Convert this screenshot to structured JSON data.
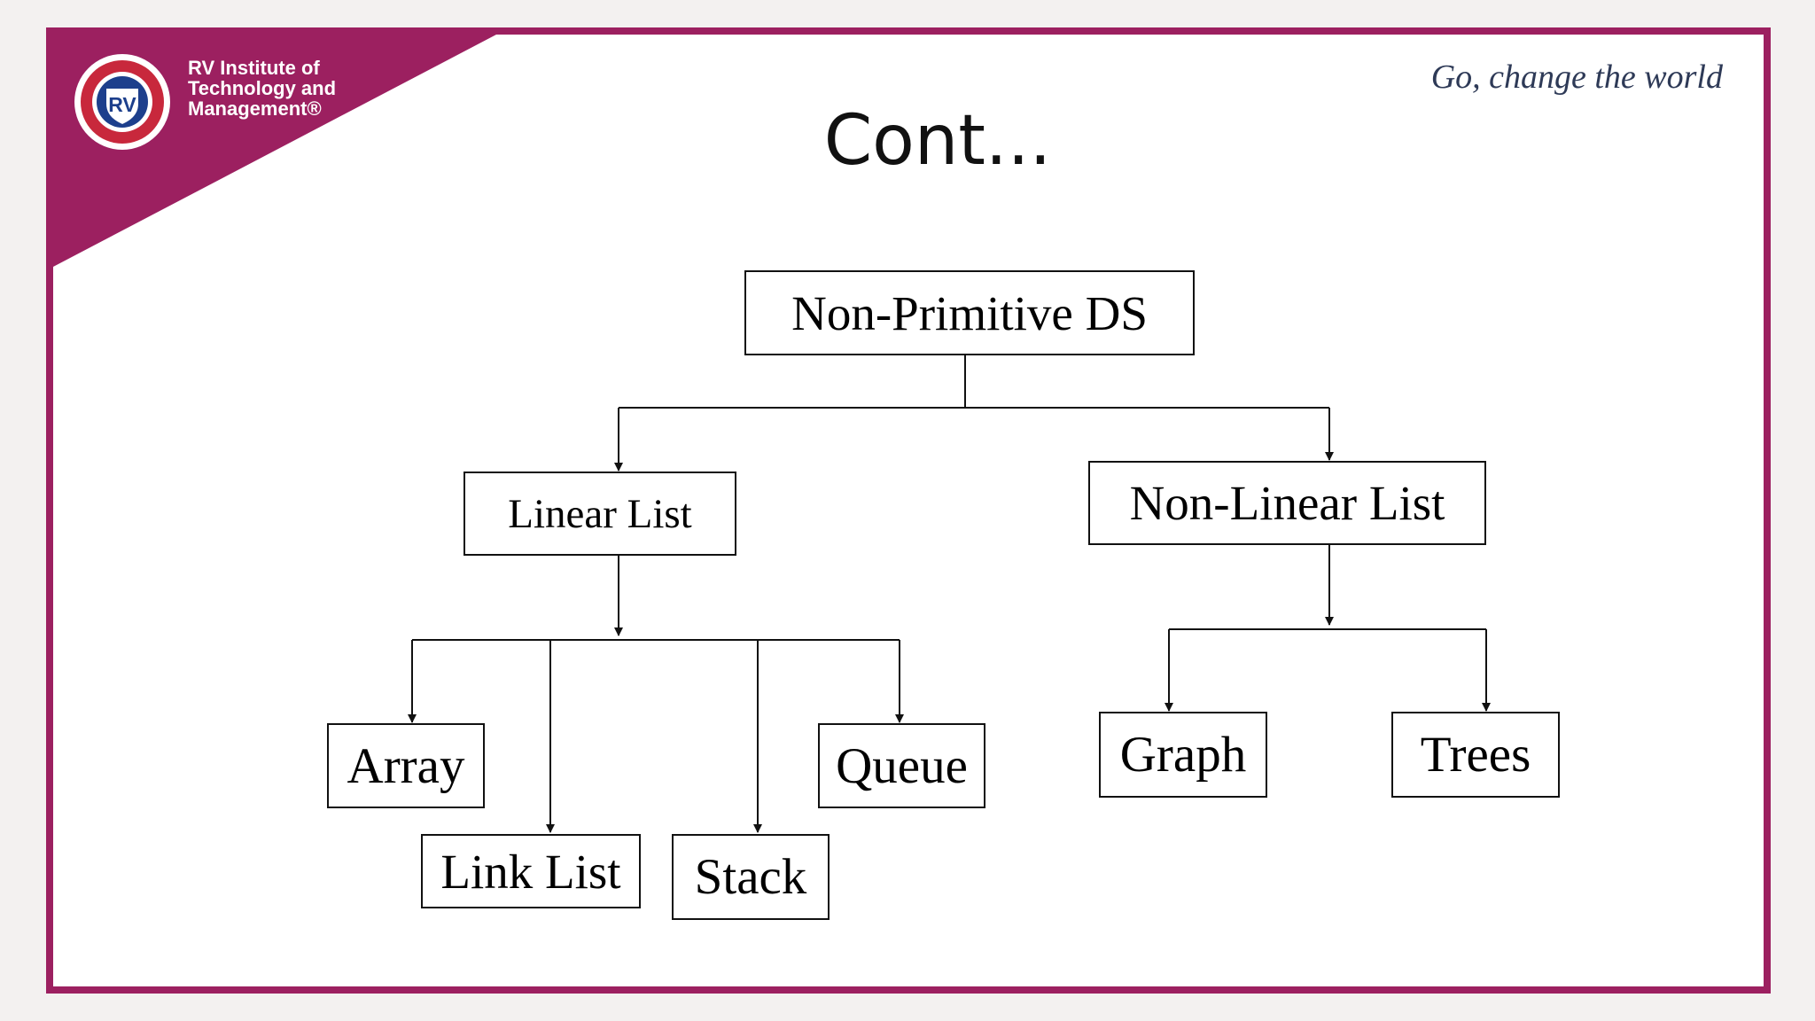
{
  "header": {
    "brand_name": "RV Institute of\nTechnology and\nManagement®",
    "logo_initials": "RV",
    "tagline": "Go, change the world",
    "brand_color": "#9c2060"
  },
  "slide": {
    "title": "Cont..."
  },
  "diagram": {
    "root": "Non-Primitive DS",
    "linear": "Linear List",
    "non_linear": "Non-Linear List",
    "array": "Array",
    "link_list": "Link List",
    "stack": "Stack",
    "queue": "Queue",
    "graph": "Graph",
    "trees": "Trees"
  }
}
